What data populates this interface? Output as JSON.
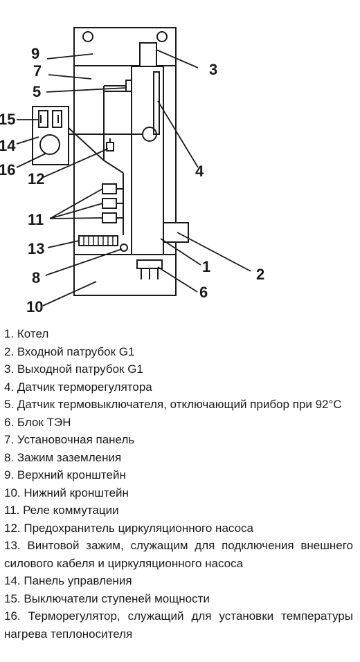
{
  "callouts": [
    "9",
    "7",
    "5",
    "15",
    "14",
    "16",
    "12",
    "11",
    "13",
    "8",
    "10",
    "3",
    "4",
    "1",
    "2",
    "6"
  ],
  "legend": [
    "1. Котел",
    "2. Входной патрубок G1",
    "3. Выходной патрубок G1",
    "4. Датчик терморегулятора",
    "5. Датчик термовыключателя, отключающий прибор при 92°C",
    "6. Блок ТЭН",
    "7. Установочная панель",
    "8. Зажим заземления",
    "9. Верхний кронштейн",
    "10. Нижний кронштейн",
    "11. Реле коммутации",
    "12. Предохранитель циркуляционного насоса",
    "13. Винтовой зажим, служащим для подключения внешнего силового кабеля и циркуляционного насоса",
    "14. Панель управления",
    "15. Выключатели ступеней мощности",
    "16. Терморегулятор, служащий для установки температуры нагрева теплоносителя"
  ]
}
